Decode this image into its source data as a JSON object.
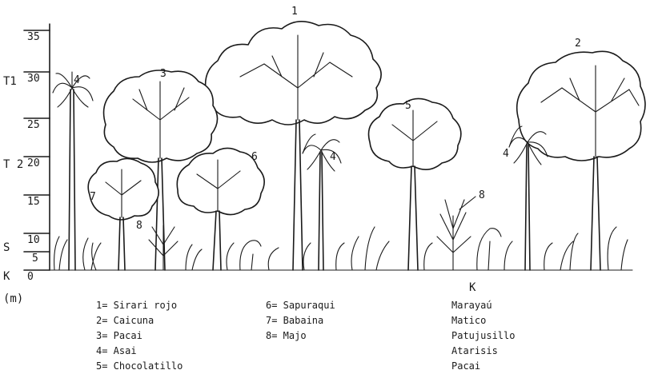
{
  "axis": {
    "unit": "(m)",
    "ticks": [
      "35",
      "30",
      "25",
      "20",
      "15",
      "10",
      "5",
      "0"
    ],
    "strata": [
      "T1",
      "T 2",
      "S",
      "K"
    ]
  },
  "trees": [
    "1",
    "2",
    "3",
    "4",
    "4",
    "4",
    "5",
    "6",
    "7",
    "8",
    "8"
  ],
  "legend": {
    "col1": [
      "1= Sirari rojo",
      "2= Caicuna",
      "3= Pacai",
      "4= Asai",
      "5= Chocolatillo"
    ],
    "col2": [
      "6= Sapuraqui",
      "7= Babaina",
      "8= Majo"
    ],
    "k_header": "K",
    "col3": [
      "Marayaú",
      "Matico",
      "Patujusillo",
      "Atarisis",
      "Pacai"
    ]
  }
}
